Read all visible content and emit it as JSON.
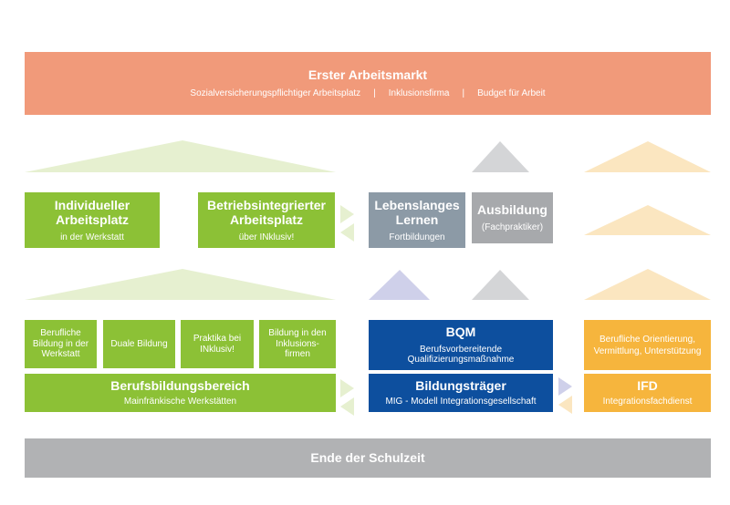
{
  "colors": {
    "labor_market": "#f19a7a",
    "green": "#8cc136",
    "light_green": "#e6f0d0",
    "gray_blue": "#8c9aa6",
    "gray": "#a7a9ac",
    "light_gray": "#d4d5d7",
    "blue": "#0d4f9e",
    "lavender": "#cfd0ea",
    "yellow": "#f6b53d",
    "light_yellow": "#fbe6c0",
    "bottom_bar": "#b1b2b4"
  },
  "labor_market": {
    "title": "Erster Arbeitsmarkt",
    "items": [
      "Sozialversicherungspflichtiger Arbeitsplatz",
      "Inklusionsfirma",
      "Budget für Arbeit"
    ],
    "separator": "|"
  },
  "individual_workplace": {
    "title": "Individueller Arbeitsplatz",
    "subtitle": "in der Werkstatt"
  },
  "integrated_workplace": {
    "title": "Betriebsintegrierter Arbeitsplatz",
    "subtitle": "über INklusiv!"
  },
  "lifelong_learning": {
    "title": "Lebenslanges Lernen",
    "subtitle": "Fortbildungen"
  },
  "apprenticeship": {
    "title": "Ausbildung",
    "subtitle": "(Fachpraktiker)"
  },
  "training_tiles": [
    {
      "label": "Berufliche Bildung in der Werkstatt"
    },
    {
      "label": "Duale Bildung"
    },
    {
      "label": "Praktika bei INklusiv!"
    },
    {
      "label": "Bildung in den Inklusions-firmen"
    }
  ],
  "vocational_training": {
    "title": "Berufsbildungsbereich",
    "subtitle": "Mainfränkische Werkstätten"
  },
  "bqm": {
    "title": "BQM",
    "subtitle": "Berufsvorbereitende Qualifizierungsmaßnahme"
  },
  "education_provider": {
    "title": "Bildungsträger",
    "subtitle": "MIG - Modell Integrationsgesellschaft"
  },
  "career_orientation": {
    "label": "Berufliche Orientierung, Vermittlung, Unterstützung"
  },
  "ifd": {
    "title": "IFD",
    "subtitle": "Integrationsfachdienst"
  },
  "school_end": {
    "title": "Ende der Schulzeit"
  }
}
